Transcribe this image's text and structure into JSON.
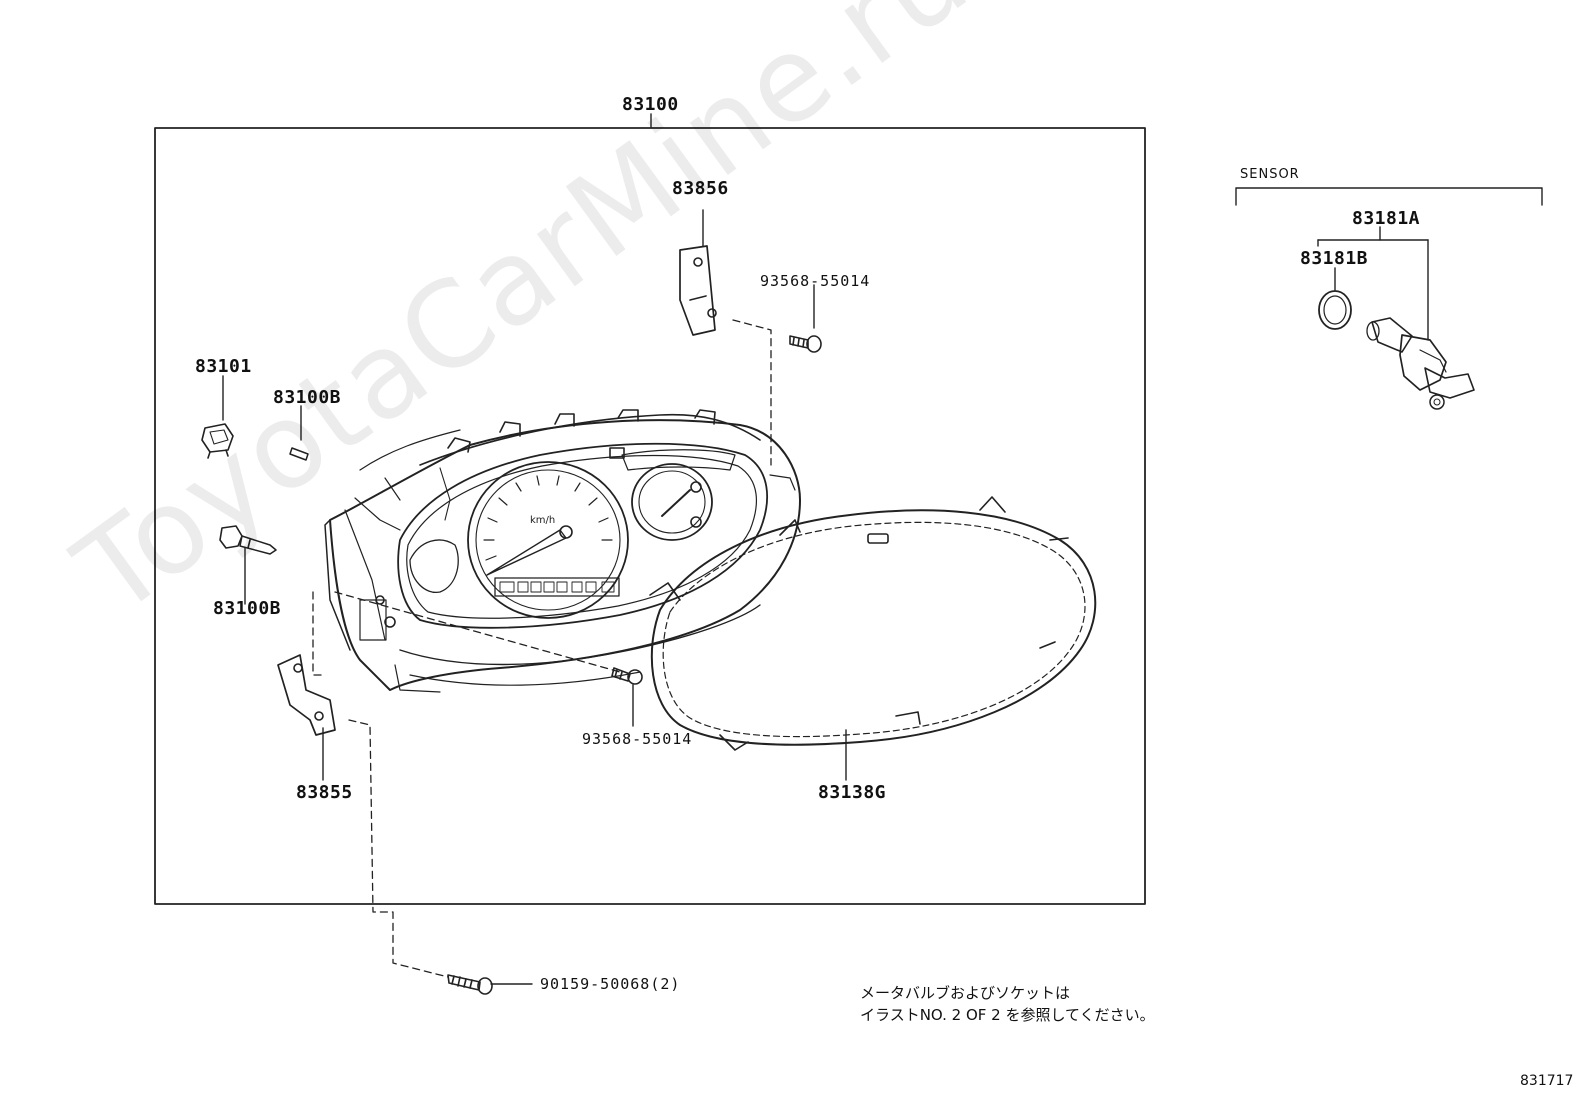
{
  "watermark": "ToyotaCarMine.ru",
  "sensor_label": "SENSOR",
  "parts": {
    "p83100": "83100",
    "p83856": "83856",
    "p93568_top": "93568-55014",
    "p83101": "83101",
    "p83100B_top": "83100B",
    "p83100B_bottom": "83100B",
    "p93568_bottom": "93568-55014",
    "p83855": "83855",
    "p83138G": "83138G",
    "p83181A": "83181A",
    "p83181B": "83181B",
    "p90159": "90159-50068(2)"
  },
  "note_lines": [
    "メータバルブおよびソケットは",
    "イラストNO. 2  OF  2  を参照してください。"
  ],
  "illustration_ref": "831717"
}
